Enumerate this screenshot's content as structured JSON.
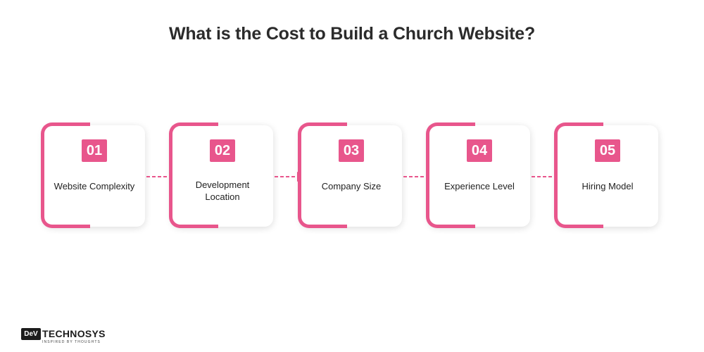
{
  "title": "What is the Cost to Build a Church Website?",
  "accent_color": "#e8568c",
  "steps": [
    {
      "number": "01",
      "label": "Website Complexity"
    },
    {
      "number": "02",
      "label": "Development Location"
    },
    {
      "number": "03",
      "label": "Company Size"
    },
    {
      "number": "04",
      "label": "Experience Level"
    },
    {
      "number": "05",
      "label": "Hiring Model"
    }
  ],
  "logo": {
    "box_text": "DeV",
    "word": "TECHNOSYS",
    "tagline": "INSPIRED BY THOUGHTS"
  }
}
